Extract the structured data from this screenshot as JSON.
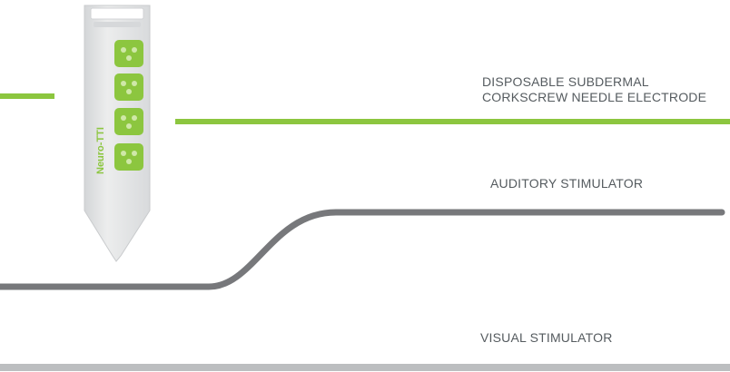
{
  "labels": {
    "electrode_line1": "DISPOSABLE SUBDERMAL",
    "electrode_line2": "CORKSCREW NEEDLE ELECTRODE",
    "auditory": "AUDITORY STIMULATOR",
    "visual": "VISUAL STIMULATOR"
  },
  "device": {
    "brand_text": "Neuro-TTI"
  },
  "colors": {
    "electrode_line": "#8cc63f",
    "auditory_line": "#77787b",
    "visual_line": "#bcbec0",
    "label_text": "#555b5f",
    "device_body": "#e6e7e8",
    "device_pad": "#8cc63f"
  }
}
